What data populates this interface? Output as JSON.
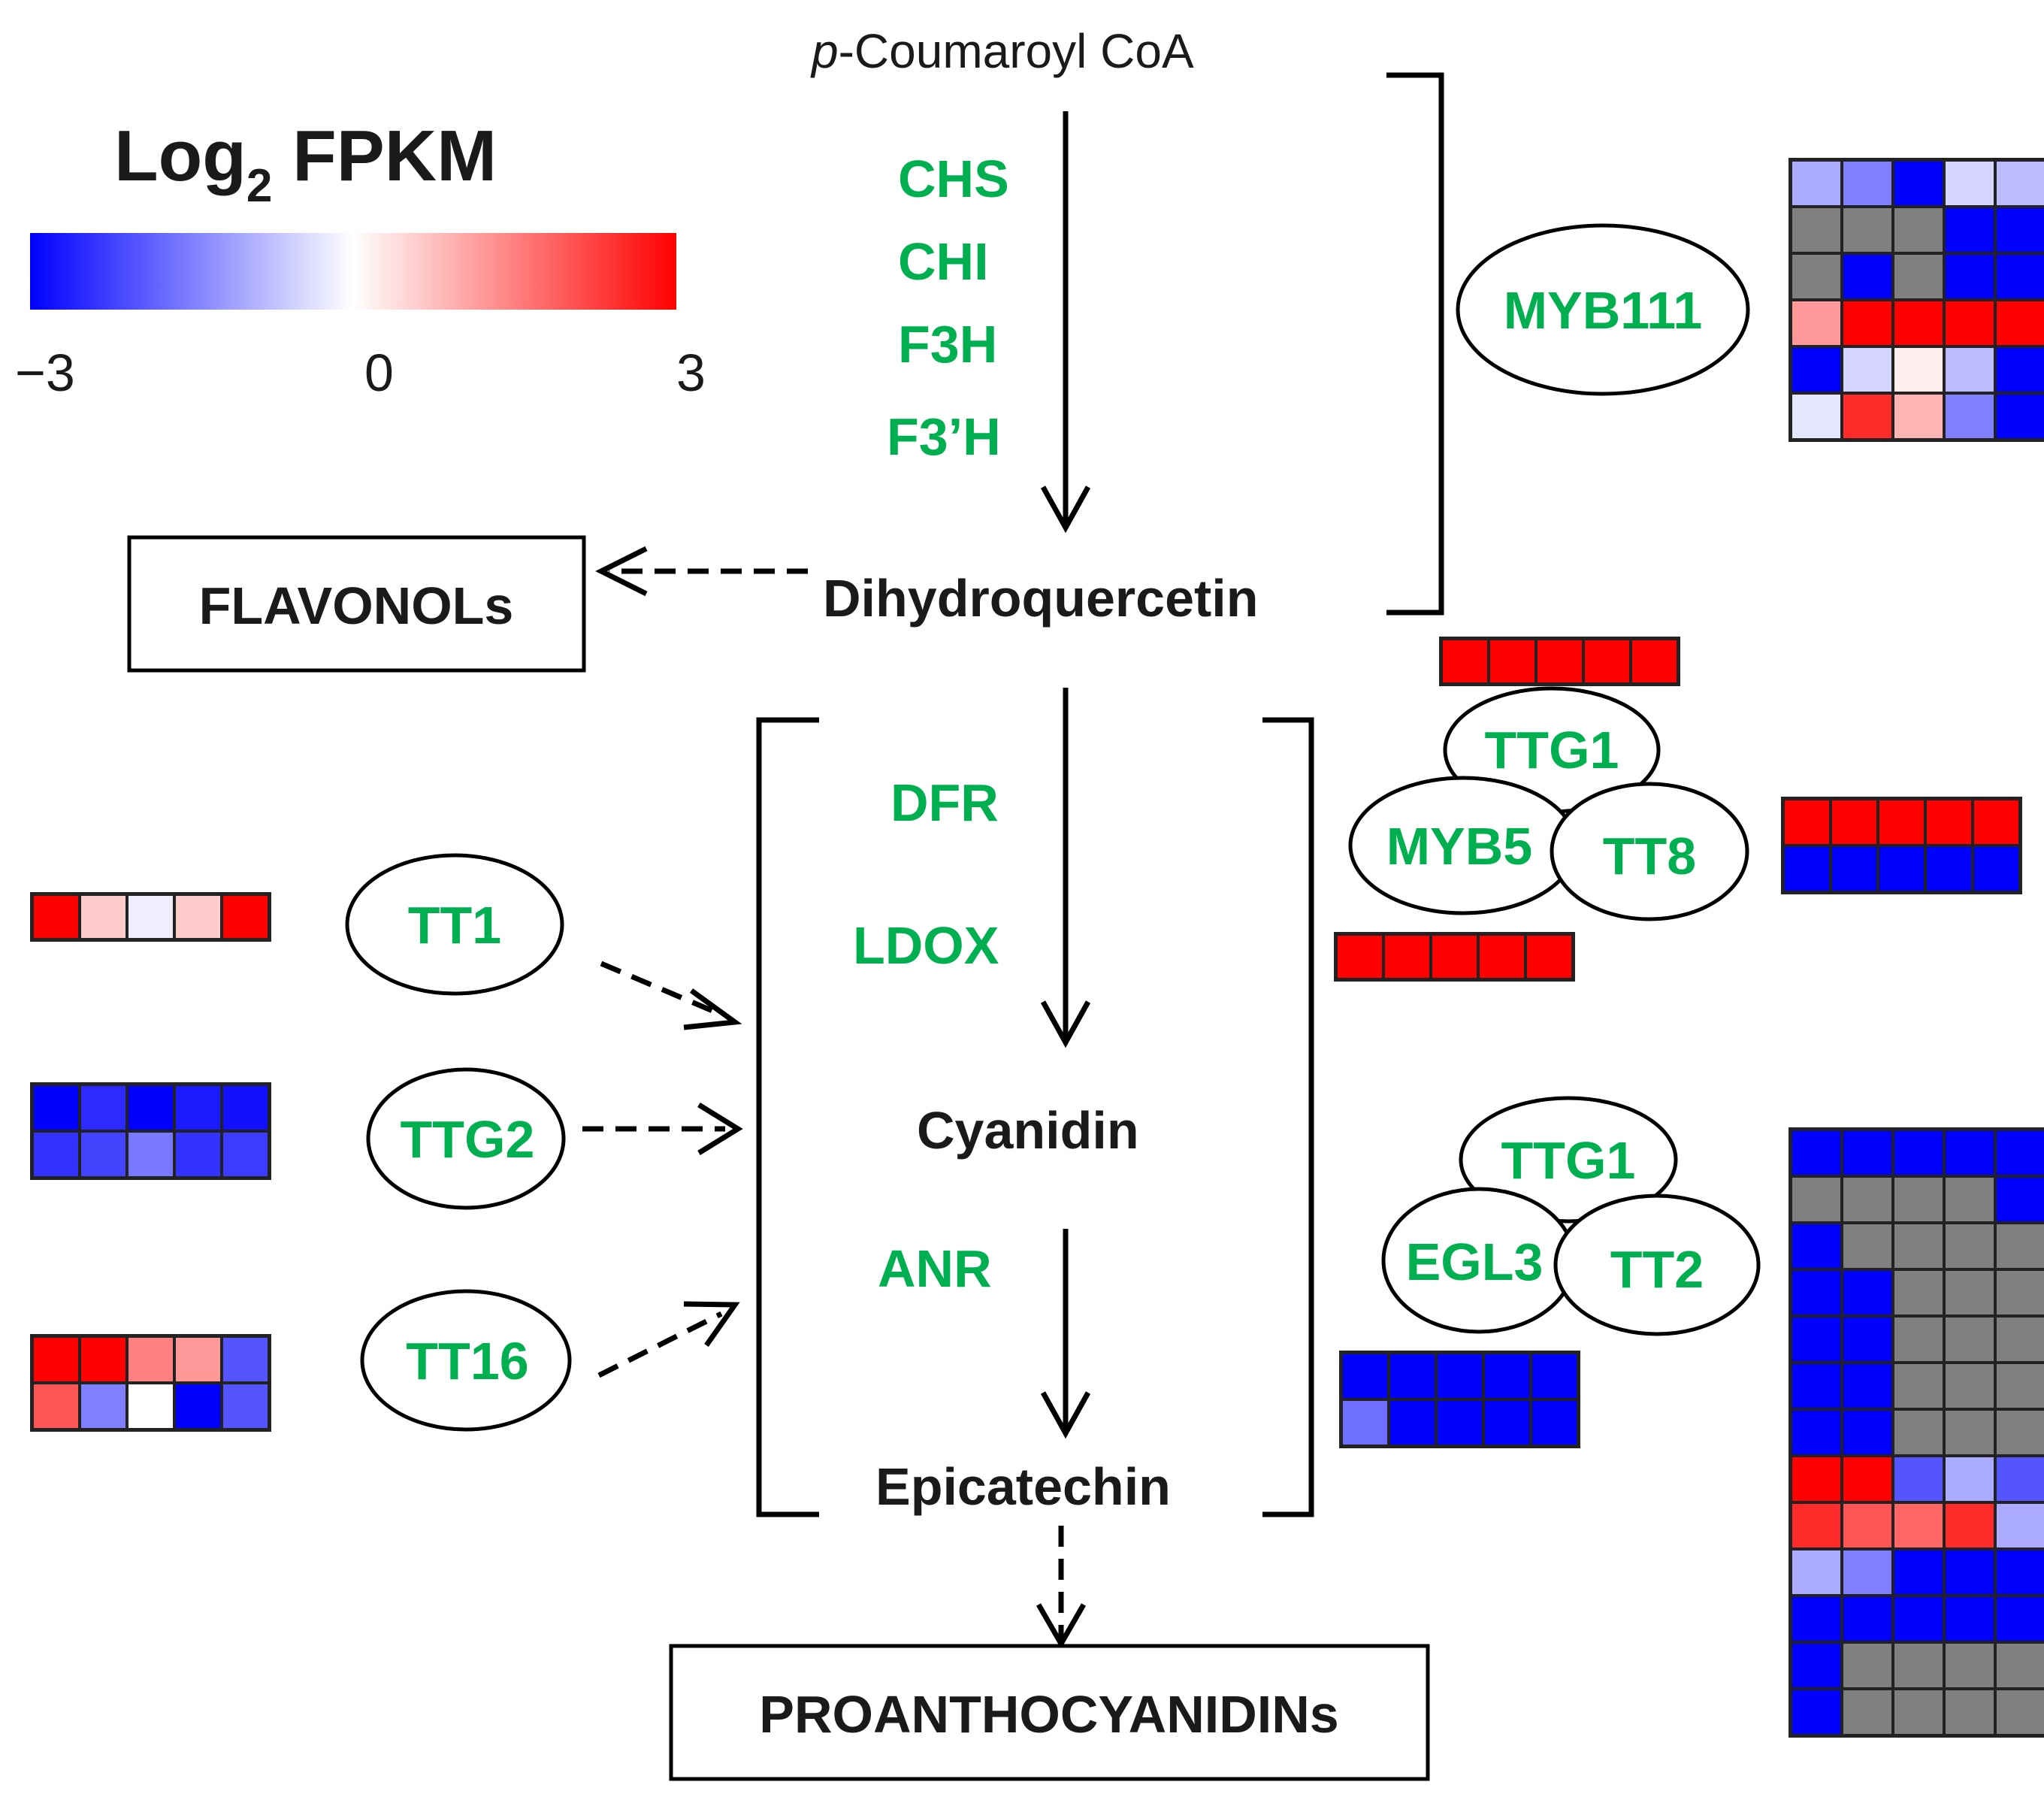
{
  "legend": {
    "title_main": "Log",
    "title_sub": "2",
    "title_rest": " FPKM",
    "min_label": "−3",
    "mid_label": "0",
    "max_label": "3",
    "range": [
      -3,
      3
    ],
    "colors": {
      "low": "#0000ff",
      "mid": "#ffffff",
      "high": "#ff0000",
      "na": "#808080"
    }
  },
  "pathway": {
    "start": {
      "italic": "p",
      "rest": "-Coumaroyl CoA"
    },
    "enzymes_upper": [
      "CHS",
      "CHI",
      "F3H",
      "F3’H"
    ],
    "dihydroquercetin": "Dihydroquercetin",
    "flavonols": "FLAVONOLs",
    "enzymes_middle": [
      "DFR",
      "LDOX"
    ],
    "cyanidin": "Cyanidin",
    "enzyme_lower": "ANR",
    "epicatechin": "Epicatechin",
    "proanthocyanidins": "PROANTHOCYANIDINs"
  },
  "regulators": {
    "myb111": "MYB111",
    "tt1": "TT1",
    "ttg2": "TTG2",
    "tt16": "TT16",
    "complex1": {
      "ttg1": "TTG1",
      "myb5": "MYB5",
      "tt8": "TT8"
    },
    "complex2": {
      "ttg1": "TTG1",
      "egl3": "EGL3",
      "tt2": "TT2"
    }
  },
  "heatmaps": {
    "myb111": [
      [
        -1,
        -1.5,
        -3,
        -0.5,
        -0.8
      ],
      [
        null,
        null,
        null,
        -3,
        -3
      ],
      [
        null,
        -3,
        null,
        -3,
        -3
      ],
      [
        1.2,
        3,
        3,
        3,
        3
      ],
      [
        -3,
        -0.5,
        0.2,
        -0.8,
        -3
      ],
      [
        -0.3,
        2.5,
        0.9,
        -1.5,
        -3
      ]
    ],
    "ttg1_a": [
      [
        3,
        3,
        3,
        3,
        3
      ]
    ],
    "tt8_myb5": [
      [
        3,
        3,
        3,
        3,
        3
      ],
      [
        -3,
        -3,
        -3,
        -3,
        -3
      ]
    ],
    "myb5": [
      [
        3,
        3,
        3,
        3,
        3
      ]
    ],
    "tt1": [
      [
        3,
        0.6,
        -0.2,
        0.6,
        3
      ]
    ],
    "ttg2": [
      [
        -3,
        -2.5,
        -3,
        -2.7,
        -2.8
      ],
      [
        -2.4,
        -2.2,
        -1.6,
        -2.4,
        -2.3
      ]
    ],
    "tt16": [
      [
        3,
        3,
        1.5,
        1.2,
        -2
      ],
      [
        2,
        -1.5,
        0,
        -3,
        -2
      ]
    ],
    "egl3_tt2": [
      [
        -3,
        -3,
        -3,
        -3,
        -3
      ],
      [
        -1.7,
        -3,
        -3,
        -3,
        -3
      ]
    ],
    "tt2_large": [
      [
        -3,
        -3,
        -3,
        -3,
        -3
      ],
      [
        null,
        null,
        null,
        null,
        -3
      ],
      [
        -3,
        null,
        null,
        null,
        null
      ],
      [
        -3,
        -3,
        null,
        null,
        null
      ],
      [
        -3,
        -3,
        null,
        null,
        null
      ],
      [
        -3,
        -3,
        null,
        null,
        null
      ],
      [
        -3,
        -3,
        null,
        null,
        null
      ],
      [
        3,
        3,
        -2,
        -1,
        -2
      ],
      [
        2.5,
        2,
        1.8,
        2.5,
        -1
      ],
      [
        -1,
        -1.5,
        -3,
        -3,
        -3
      ],
      [
        -3,
        -3,
        -3,
        -3,
        -3
      ],
      [
        -3,
        null,
        null,
        null,
        null
      ],
      [
        -3,
        null,
        null,
        null,
        null
      ]
    ]
  }
}
